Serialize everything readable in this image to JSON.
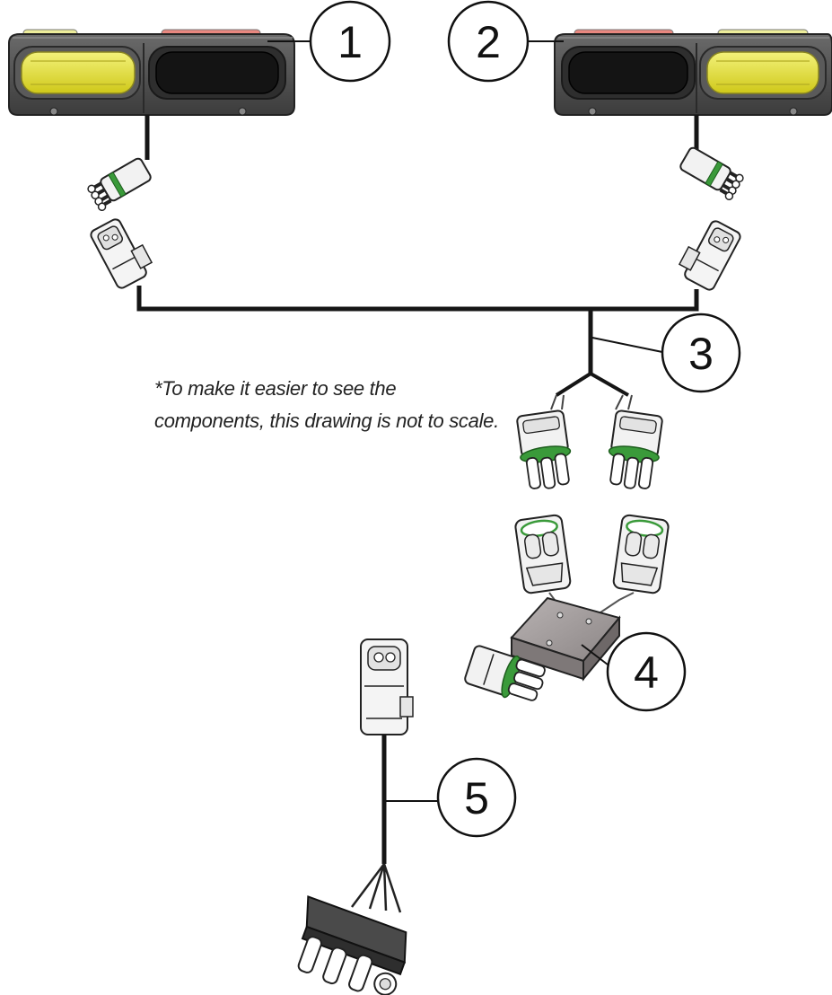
{
  "diagram": {
    "note_line1": "*To make it easier to see the",
    "note_line2": "components, this drawing is not to scale.",
    "callouts": [
      "1",
      "2",
      "3",
      "4",
      "5"
    ]
  },
  "colors": {
    "lamp_housing": "#4b4b4b",
    "amber_lens": "#e8e52a",
    "red_lens": "#d9534f",
    "wire": "#151515",
    "seal_green": "#3a9a3a",
    "module_gray": "#9a9696"
  }
}
